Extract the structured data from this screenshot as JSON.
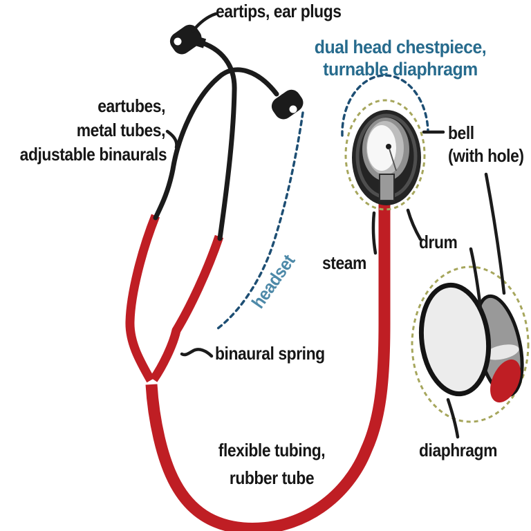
{
  "title": "stethoscope parts diagram",
  "colors": {
    "background": "#ffffff",
    "tube_red": "#bf1e24",
    "metal_black": "#1b1b1b",
    "label_black": "#161616",
    "label_teal": "#276b8d",
    "headset_blue": "#4d89a8",
    "dash_navy": "#1d4e73",
    "dash_olive": "#a6a65c",
    "bell_dark": "#242424",
    "gray_mid": "#8f8f8f",
    "gray_light": "#ececec"
  },
  "labels": {
    "eartips": "eartips, ear plugs",
    "eartubes_1": "eartubes,",
    "eartubes_2": "metal tubes,",
    "eartubes_3": "adjustable binaurals",
    "chestpiece_1": "dual head chestpiece,",
    "chestpiece_2": "turnable diaphragm",
    "bell_1": "bell",
    "bell_2": "(with hole)",
    "steam": "steam",
    "drum": "drum",
    "headset": "headset",
    "binaural_spring": "binaural spring",
    "flexible_1": "flexible tubing,",
    "flexible_2": "rubber tube",
    "diaphragm": "diaphragm"
  }
}
